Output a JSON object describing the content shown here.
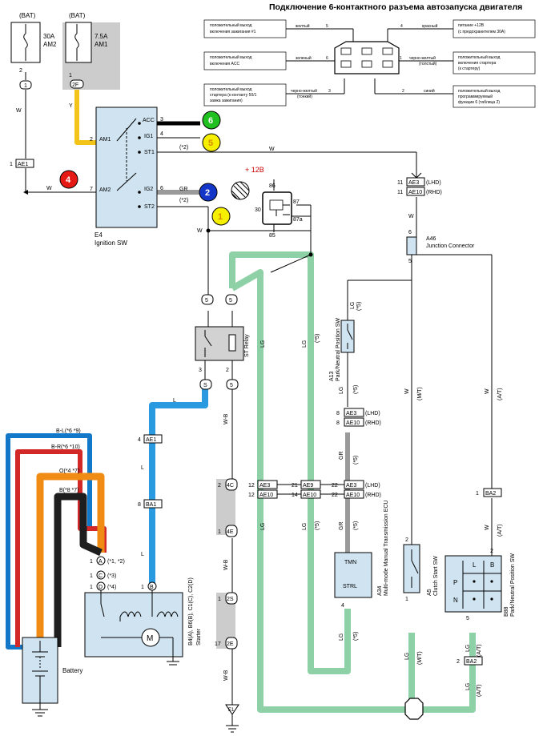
{
  "header": {
    "title": "Подключение 6-контактного разъема автозапуска двигателя"
  },
  "connector_table": {
    "pins": [
      {
        "desc": [
          "положительный выход",
          "включения зажигания #1"
        ],
        "wire": "желтый",
        "pin": "5"
      },
      {
        "desc": [
          "положительный выход",
          "включения ACC"
        ],
        "wire": "зеленый",
        "pin": "6"
      },
      {
        "desc": [
          "положительный выход",
          "стартера (к контакту 50/1",
          "замка зажигания)"
        ],
        "wire": "черно-желтый",
        "wire_note": "(тонкий)",
        "pin": "3"
      },
      {
        "desc": [
          "питание +12В",
          "(с предохранителем 30А)"
        ],
        "wire": "красный",
        "pin": "4"
      },
      {
        "desc": [
          "положительный выход",
          "включения стартера",
          "(к стартеру)"
        ],
        "wire": "черно-желтый",
        "wire_note": "(толстый)",
        "pin": "1"
      },
      {
        "desc": [
          "положительный выход",
          "программируемый",
          "функции 6 (таблица 2)"
        ],
        "wire": "синий",
        "pin": "2"
      }
    ]
  },
  "fuses": [
    {
      "bat": "(BAT)",
      "rating": "30A",
      "name": "AM2",
      "pin": "2",
      "conn": "1"
    },
    {
      "bat": "(BAT)",
      "rating": "7.5A",
      "name": "AM1",
      "pin": "1",
      "conn": "2F"
    }
  ],
  "ignition_switch": {
    "code": "E4",
    "name": "Ignition SW",
    "terminals": [
      "ACC",
      "IG1",
      "ST1",
      "AM1",
      "AM2",
      "IG2",
      "ST2"
    ],
    "pins": {
      "acc": "3",
      "ig1": "4",
      "am1": "2",
      "am2": "7",
      "ig2": "6"
    },
    "notes": {
      "st1": "(*2)",
      "ig2": "(*2)"
    }
  },
  "markers": [
    {
      "num": "6",
      "color": "#1fc01f",
      "text_color": "#ffffff"
    },
    {
      "num": "5",
      "color": "#f6ef00",
      "text_color": "#d48a00"
    },
    {
      "num": "4",
      "color": "#e61a14",
      "text_color": "#ffffff"
    },
    {
      "num": "2",
      "color": "#1436c8",
      "text_color": "#ffffff"
    },
    {
      "num": "1",
      "color": "#f6ef00",
      "text_color": "#d48a00"
    }
  ],
  "relay": {
    "supply": "+ 12В",
    "pins": [
      "86",
      "30",
      "87",
      "87a",
      "85"
    ]
  },
  "st_relay": {
    "name": "ST Relay",
    "pins": [
      "5",
      "5",
      "3",
      "2",
      "S",
      "5"
    ]
  },
  "connectors": {
    "ae3_lhd": "AE3",
    "ae10_rhd": "AE10",
    "lhd": "(LHD)",
    "rhd": "(RHD)",
    "ae1": "AE1",
    "ba1": "BA1",
    "ae9": "AE9",
    "ba2": "BA2",
    "j4c": "4C",
    "j4e": "4E",
    "j2s": "2S",
    "j2e": "2E",
    "e1": "E1"
  },
  "junction": {
    "code": "A46",
    "name": "Junction Connector"
  },
  "components": {
    "a13": {
      "code": "A13",
      "name": "Park/Neutral Position SW",
      "note": "(*5)"
    },
    "a34": {
      "code": "A34",
      "name": "Multi-mode Manual Transmission ECU",
      "pins": [
        "TMN",
        "STRL"
      ]
    },
    "a5": {
      "code": "A5",
      "name": "Clutch Start SW"
    },
    "b88": {
      "code": "B88",
      "name": "Park/Neutral Position SW",
      "cells": [
        "L",
        "B",
        "P",
        "N"
      ]
    },
    "starter": {
      "codes": "B4(A), B6(B), C1(C), C2(D)",
      "name": "Starter"
    },
    "battery": {
      "name": "Battery"
    }
  },
  "starter_terminals": [
    {
      "pin": "1",
      "letter": "A",
      "note": "(*1, *2)"
    },
    {
      "pin": "1",
      "letter": "C",
      "note": "(*3)"
    },
    {
      "pin": "1",
      "letter": "D",
      "note": "(*4)"
    },
    {
      "pin": "1",
      "letter": "B",
      "note": ""
    }
  ],
  "battery_cables": [
    {
      "label": "B-L(*6 *9)",
      "color": "#1478c8"
    },
    {
      "label": "B-R(*6 *10)",
      "color": "#d22828"
    },
    {
      "label": "O(*4 *7)",
      "color": "#f08c14"
    },
    {
      "label": "B(*8 *7)",
      "color": "#1e1e1e"
    }
  ],
  "wire_colors": {
    "W": "W",
    "Y": "Y",
    "GR": "GR",
    "L": "L",
    "LG": "LG",
    "WB": "W-B",
    "AT": "(A/T)",
    "MT": "(M/T)",
    "star5": "(*5)",
    "star2": "(*2)"
  },
  "pin_numbers": {
    "p1": "1",
    "p2": "2",
    "p3": "3",
    "p4": "4",
    "p5": "5",
    "p6": "6",
    "p7": "7",
    "p8": "8",
    "p11": "11",
    "p12": "12",
    "p14": "14",
    "p17": "17",
    "p21": "21",
    "p22": "22"
  },
  "colors": {
    "component_fill": "#cfe3f0",
    "relay_fill": "#d2d2d2",
    "highlight_gray": "#cccccc",
    "lg_wire": "#8fd1a6",
    "l_wire": "#2a9ae0",
    "y_wire": "#f2c418",
    "gr_wire": "#9a9a9a"
  }
}
